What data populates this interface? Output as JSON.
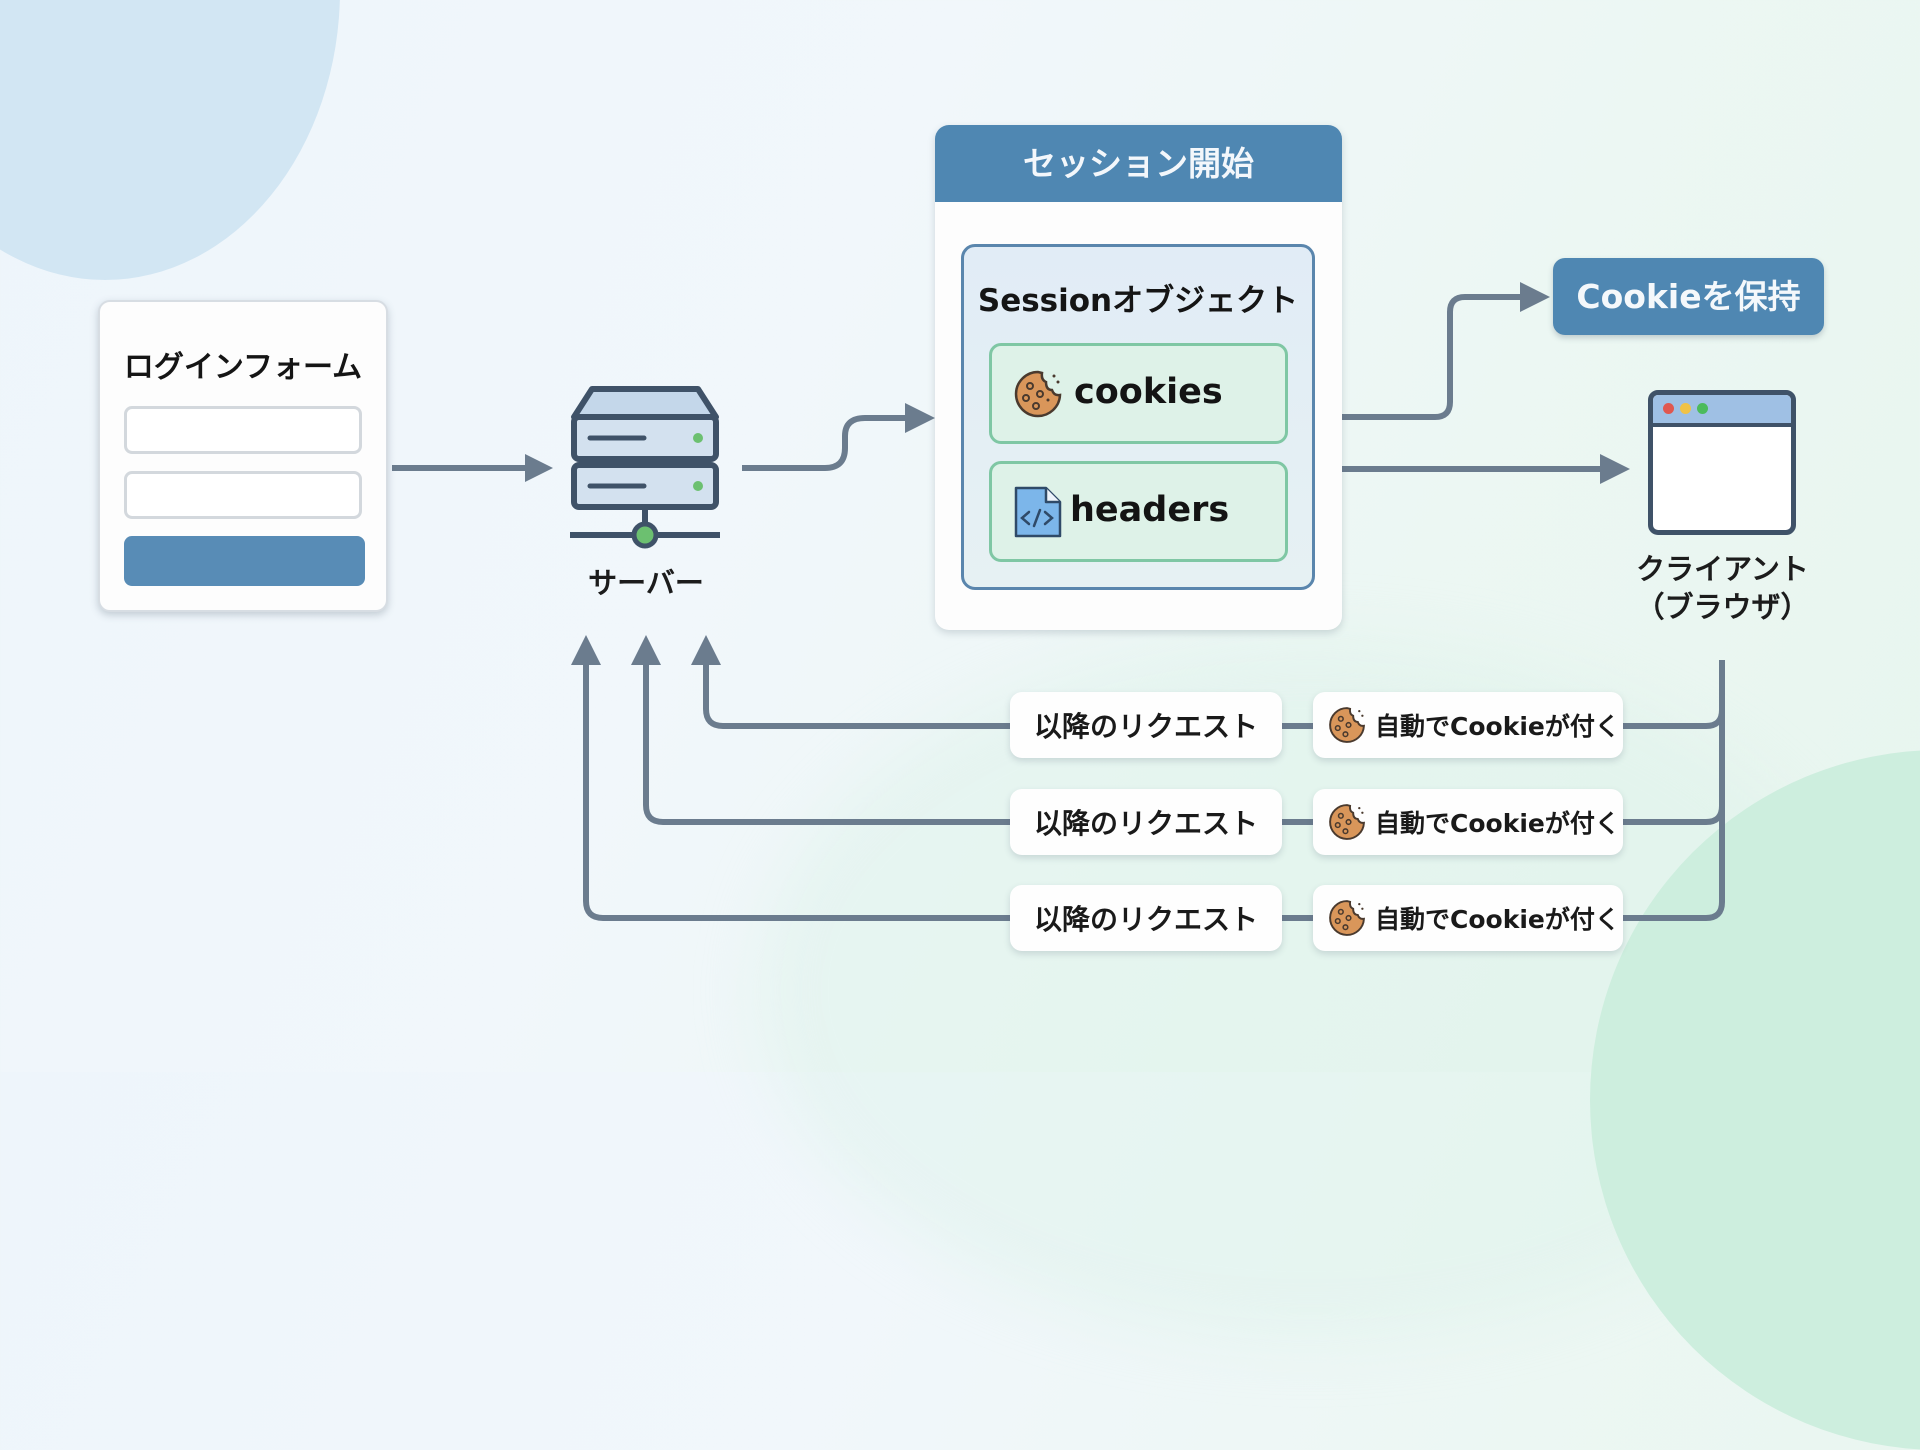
{
  "login_form": {
    "title": "ログインフォーム",
    "fields": [
      {
        "name": "field-1",
        "value": ""
      },
      {
        "name": "field-2",
        "value": ""
      }
    ],
    "submit_label": ""
  },
  "server": {
    "label": "サーバー",
    "icon": "server-icon"
  },
  "session": {
    "header": "セッション開始",
    "object_title": "Sessionオブジェクト",
    "fields": [
      {
        "label": "cookies",
        "icon": "cookie-icon"
      },
      {
        "label": "headers",
        "icon": "code-file-icon"
      }
    ]
  },
  "cookie_keep": {
    "label": "Cookieを保持"
  },
  "client": {
    "label_line1": "クライアント",
    "label_line2": "（ブラウザ）",
    "icon": "browser-window-icon"
  },
  "requests": [
    {
      "request_label": "以降のリクエスト",
      "cookie_label": "自動でCookieが付く"
    },
    {
      "request_label": "以降のリクエスト",
      "cookie_label": "自動でCookieが付く"
    },
    {
      "request_label": "以降のリクエスト",
      "cookie_label": "自動でCookieが付く"
    }
  ],
  "colors": {
    "accent_blue": "#4f87b2",
    "arrow_gray": "#6b7c8e",
    "field_green": "#def2e8",
    "field_border_green": "#7fc7a4",
    "status_green": "#6cc070"
  }
}
